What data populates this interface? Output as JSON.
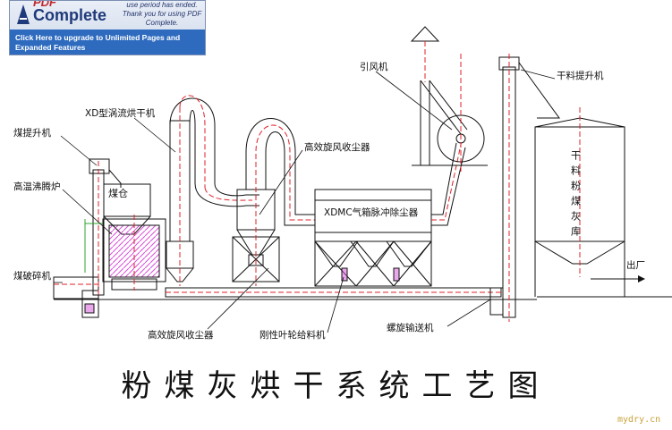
{
  "banner": {
    "logo_top": "PDF",
    "logo": "Complete",
    "message": "use period has ended. Thank you for using PDF Complete.",
    "cta": "Click Here to upgrade to Unlimited Pages and Expanded Features"
  },
  "labels": {
    "coal_elevator": "煤提升机",
    "turbo_dryer": "XD型涡流烘干机",
    "hot_furnace": "高温沸腾炉",
    "coal_bin": "煤仓",
    "coal_crusher": "煤破碎机",
    "cyclone_top": "高效旋风收尘器",
    "cyclone_bottom": "高效旋风收尘器",
    "induced_fan": "引风机",
    "bag_filter": "XDMC气箱脉冲除尘器",
    "rotary_feeder": "刚性叶轮给料机",
    "screw_conveyor": "螺旋输送机",
    "dry_elevator": "干料提升机",
    "silo": "干料粉煤灰库",
    "exit": "出厂"
  },
  "title": "粉煤灰烘干系统工艺图",
  "watermark": "mydry.cn",
  "colors": {
    "line": "#111111",
    "red_center": "#e0202a",
    "fire": "#d84fd8",
    "green_pipe": "#2fa52f",
    "banner_blue": "#2e6bbf"
  }
}
